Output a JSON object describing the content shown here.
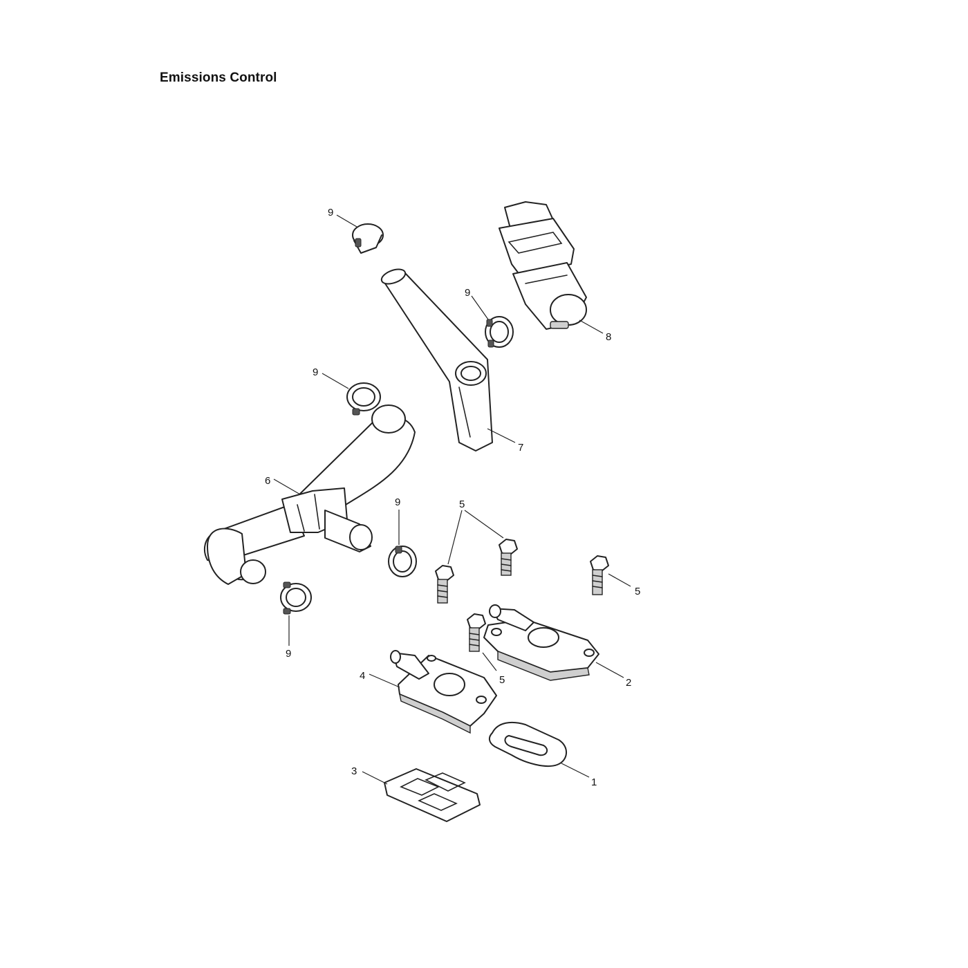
{
  "title": "Emissions Control",
  "callouts": {
    "c1": "1",
    "c2": "2",
    "c3": "3",
    "c4": "4",
    "c5a": "5",
    "c5b": "5",
    "c5c": "5",
    "c6": "6",
    "c7": "7",
    "c8": "8",
    "c9a": "9",
    "c9b": "9",
    "c9c": "9",
    "c9d": "9",
    "c9e": "9"
  }
}
